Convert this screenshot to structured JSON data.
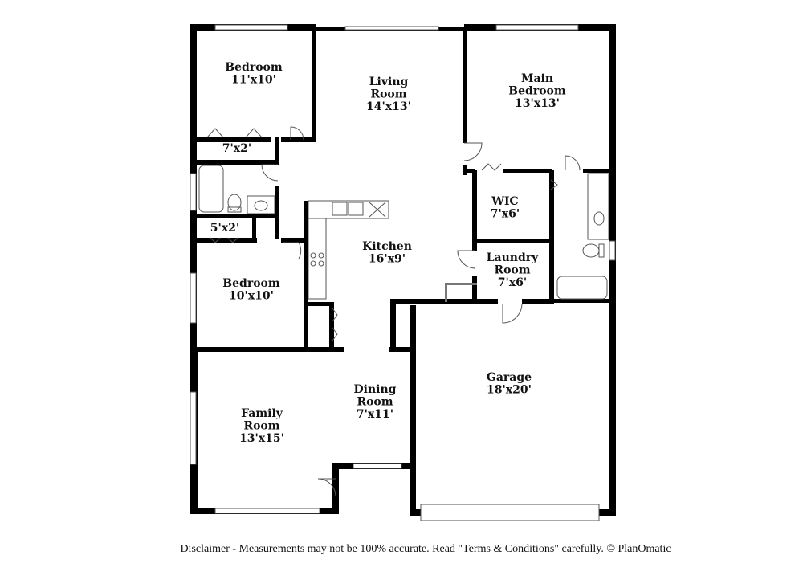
{
  "rooms": [
    {
      "id": "bedroom-1",
      "lines": [
        "Bedroom",
        "11'x10'"
      ]
    },
    {
      "id": "living-room",
      "lines": [
        "Living",
        "Room",
        "14'x13'"
      ]
    },
    {
      "id": "main-bedroom",
      "lines": [
        "Main",
        "Bedroom",
        "13'x13'"
      ]
    },
    {
      "id": "closet-7x2",
      "lines": [
        "7'x2'"
      ]
    },
    {
      "id": "wic",
      "lines": [
        "WIC",
        "7'x6'"
      ]
    },
    {
      "id": "closet-5x2",
      "lines": [
        "5'x2'"
      ]
    },
    {
      "id": "kitchen",
      "lines": [
        "Kitchen",
        "16'x9'"
      ]
    },
    {
      "id": "laundry-room",
      "lines": [
        "Laundry",
        "Room",
        "7'x6'"
      ]
    },
    {
      "id": "bedroom-2",
      "lines": [
        "Bedroom",
        "10'x10'"
      ]
    },
    {
      "id": "garage",
      "lines": [
        "Garage",
        "18'x20'"
      ]
    },
    {
      "id": "dining-room",
      "lines": [
        "Dining",
        "Room",
        "7'x11'"
      ]
    },
    {
      "id": "family-room",
      "lines": [
        "Family",
        "Room",
        "13'x15'"
      ]
    }
  ],
  "disclaimer": "Disclaimer - Measurements may not be 100% accurate. Read \"Terms & Conditions\" carefully. © PlanOmatic",
  "colors": {
    "wall": "#000000",
    "fixture": "#555555",
    "background": "#ffffff"
  }
}
